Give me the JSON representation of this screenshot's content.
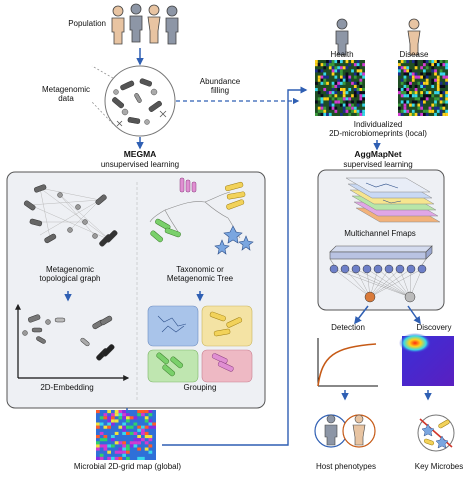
{
  "labels": {
    "population": "Population",
    "metagenomic_data": "Metagenomic\ndata",
    "abundance_filling": "Abundance\nfilling",
    "megma_title": "MEGMA",
    "megma_subtitle": "unsupervised learning",
    "topological_graph": "Metagenomic\ntopological graph",
    "taxonomic_tree": "Taxonomic or\nMetagenomic Tree",
    "embedding": "2D-Embedding",
    "grouping": "Grouping",
    "grid_map": "Microbial 2D-grid map (global)",
    "health": "Health",
    "disease": "Disease",
    "individualized": "Individualized\n2D-microbiomeprints (local)",
    "aggmapnet_title": "AggMapNet",
    "aggmapnet_subtitle": "supervised learning",
    "fmaps": "Multichannel Fmaps",
    "detection": "Detection",
    "discovery": "Discovery",
    "host_phenotypes": "Host phenotypes",
    "key_microbes": "Key Microbes"
  },
  "colors": {
    "arrow_blue": "#2f5fb3",
    "panel_fill": "#eef0f4",
    "panel_stroke": "#555555",
    "person_tan": "#e8c4a2",
    "person_gray": "#8d96a6",
    "curve_orange": "#c65a16",
    "node_blue": "#6d7fc8",
    "node_orange": "#d97a3a"
  }
}
